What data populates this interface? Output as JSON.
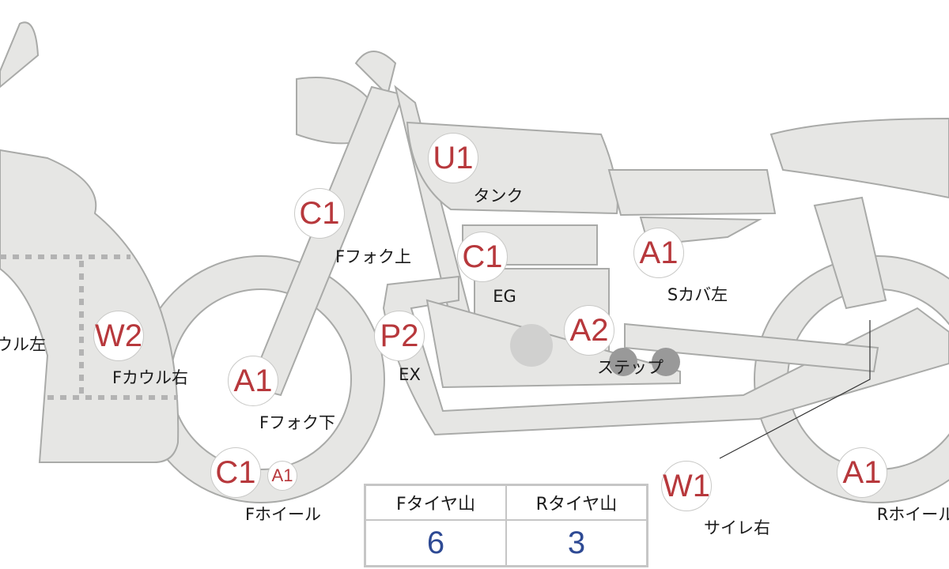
{
  "markers": [
    {
      "code": "U1",
      "label": "タンク"
    },
    {
      "code": "C1",
      "label": "Fフォク上"
    },
    {
      "code": "C1",
      "label": "EG"
    },
    {
      "code": "A1",
      "label": "Sカバ左"
    },
    {
      "code": "W2",
      "label": "Fカウル右"
    },
    {
      "code": "P2",
      "label": "EX"
    },
    {
      "code": "A2",
      "label": "ステップ"
    },
    {
      "code": "A1",
      "label": "Fフォク下"
    },
    {
      "code": "C1",
      "label": "Fホイール"
    },
    {
      "code": "A1"
    },
    {
      "code": "W1",
      "label": "サイレ右"
    },
    {
      "code": "A1",
      "label": "Rホイール"
    }
  ],
  "left_cowl_label": "Fカウル左",
  "tire_table": {
    "front_header": "Fタイヤ山",
    "rear_header": "Rタイヤ山",
    "front_value": "6",
    "rear_value": "3"
  },
  "colors": {
    "marker_text": "#b7383c",
    "value_text": "#2e4a94",
    "body_fill": "#e6e6e4"
  }
}
